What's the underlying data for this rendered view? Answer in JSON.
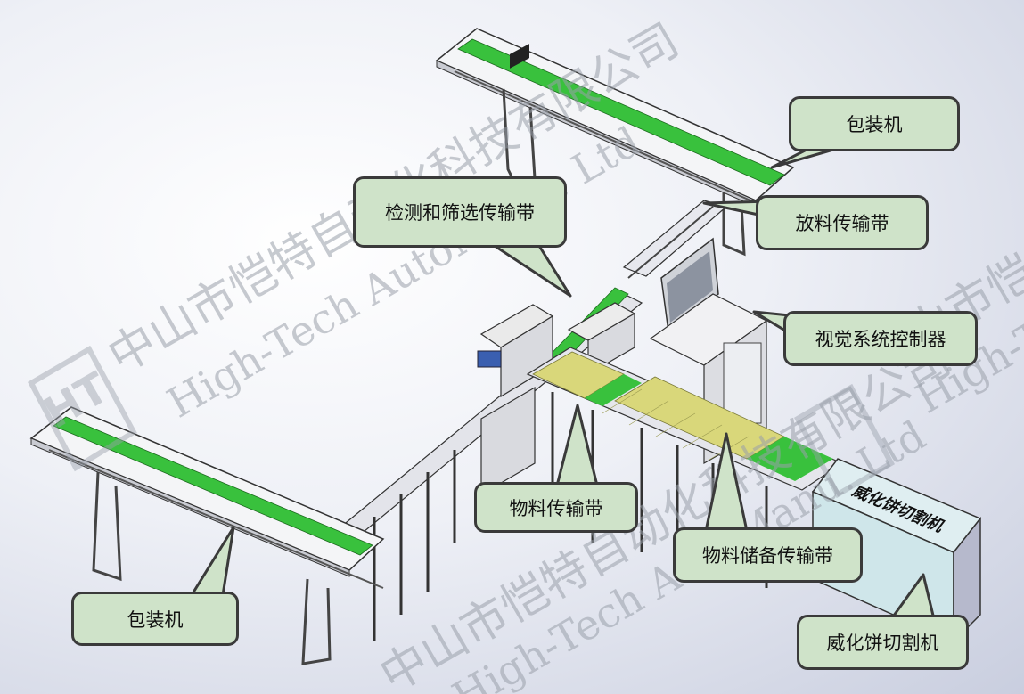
{
  "labels": {
    "packer_top": "包装机",
    "discharge_conveyor": "放料传输带",
    "inspect_conveyor": "检测和筛选传输带",
    "vision_controller": "视觉系统控制器",
    "material_conveyor": "物料传输带",
    "storage_conveyor": "物料储备传输带",
    "packer_left": "包装机",
    "cutter": "威化饼切割机"
  },
  "machine_side_text": "威化饼切割机",
  "watermark": {
    "company_cn": "中山市恺特自动化科技有限公司",
    "company_en": "High-Tech AutoManu. Ltd",
    "logo_letters": "HT"
  },
  "colors": {
    "label_fill": "#cfe3c9",
    "label_border": "#3a3a3a",
    "belt_green": "#39c13d",
    "product_yellow": "#d9d77a",
    "cutter_body": "#cfe6ea"
  }
}
